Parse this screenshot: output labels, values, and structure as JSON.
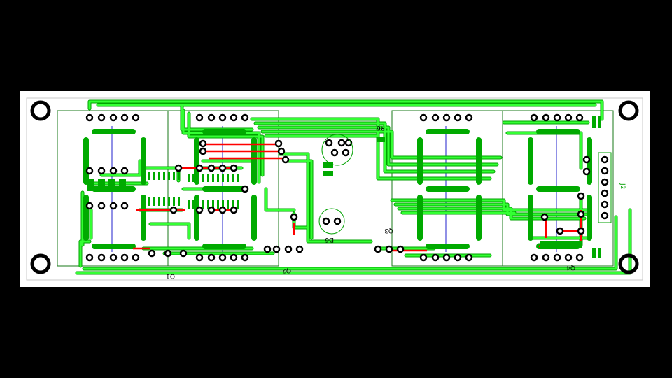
{
  "colors": {
    "background": "#000000",
    "board": "#ffffff",
    "outline": "#c8c8c8",
    "trace": "#33ff33",
    "trace_edge": "#00a000",
    "segment": "#00aa00",
    "red_trace": "#ff0000",
    "blue_line": "#2222cc",
    "pad": "#000000"
  },
  "labels": {
    "q1": "Q1",
    "q2": "Q2",
    "q4": "Q4",
    "j2": "J2",
    "d6": "D6",
    "q3": "Q3",
    "r6": "R6"
  },
  "icons": {
    "mounting_hole": "mounting-hole-icon",
    "pad": "pad-icon"
  }
}
